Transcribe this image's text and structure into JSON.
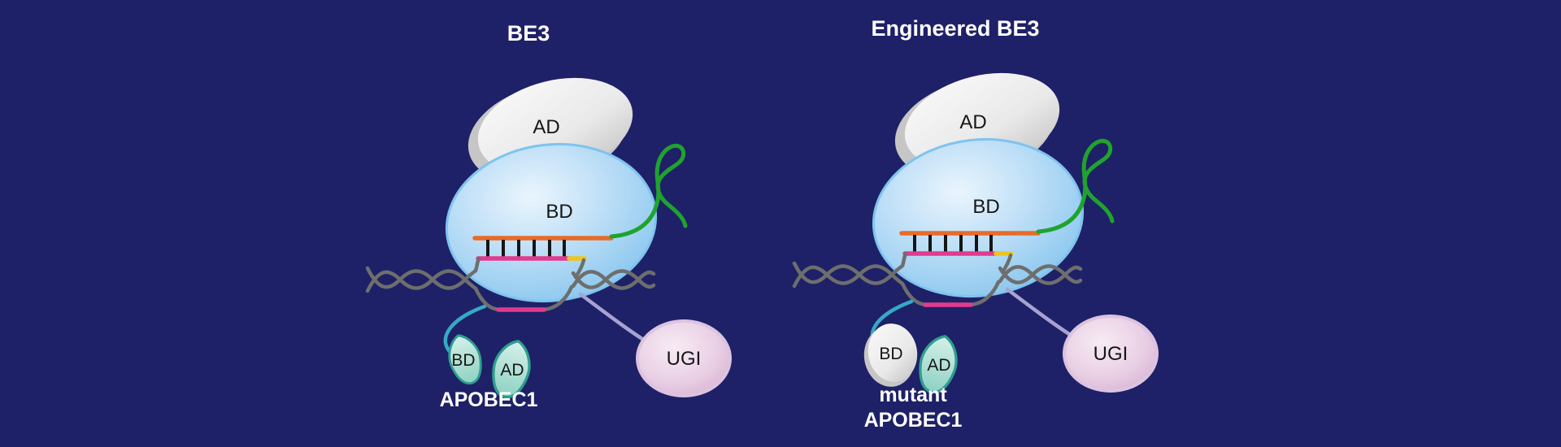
{
  "figure": {
    "description": "Schematic comparison of BE3 and Engineered BE3 base editors",
    "background_color": "#1e2167",
    "diagrams": [
      {
        "title": "BE3",
        "cas9_ad_label": "AD",
        "cas9_bd_label": "BD",
        "apobec_bd_label": "BD",
        "apobec_ad_label": "AD",
        "apobec_name_lines": [
          "APOBEC1"
        ],
        "ugi_label": "UGI"
      },
      {
        "title": "Engineered BE3",
        "cas9_ad_label": "AD",
        "cas9_bd_label": "BD",
        "apobec_bd_label": "BD",
        "apobec_ad_label": "AD",
        "apobec_name_lines": [
          "mutant",
          "APOBEC1"
        ],
        "ugi_label": "UGI"
      }
    ],
    "colors": {
      "background": "#1e2167",
      "cas9_body_blue": "#a9d2f1",
      "cas9_outline": "#7fc3ee",
      "ad_domain_gray": "#e8e8e8",
      "sgrna_green": "#1fa32e",
      "rna_orange": "#e86b28",
      "dna_gray": "#6e6e6e",
      "target_pink": "#e23a8e",
      "pam_yellow": "#edc520",
      "tick_black": "#151515",
      "apobec_teal_fill": "#9cd8cb",
      "apobec_teal_outline": "#2f9e8f",
      "ugi_pink": "#e3c3dc",
      "linker_teal": "#35a9c5",
      "linker_lavender": "#a8a2d2",
      "label_dark": "#161616",
      "label_light": "#ffffff"
    }
  }
}
